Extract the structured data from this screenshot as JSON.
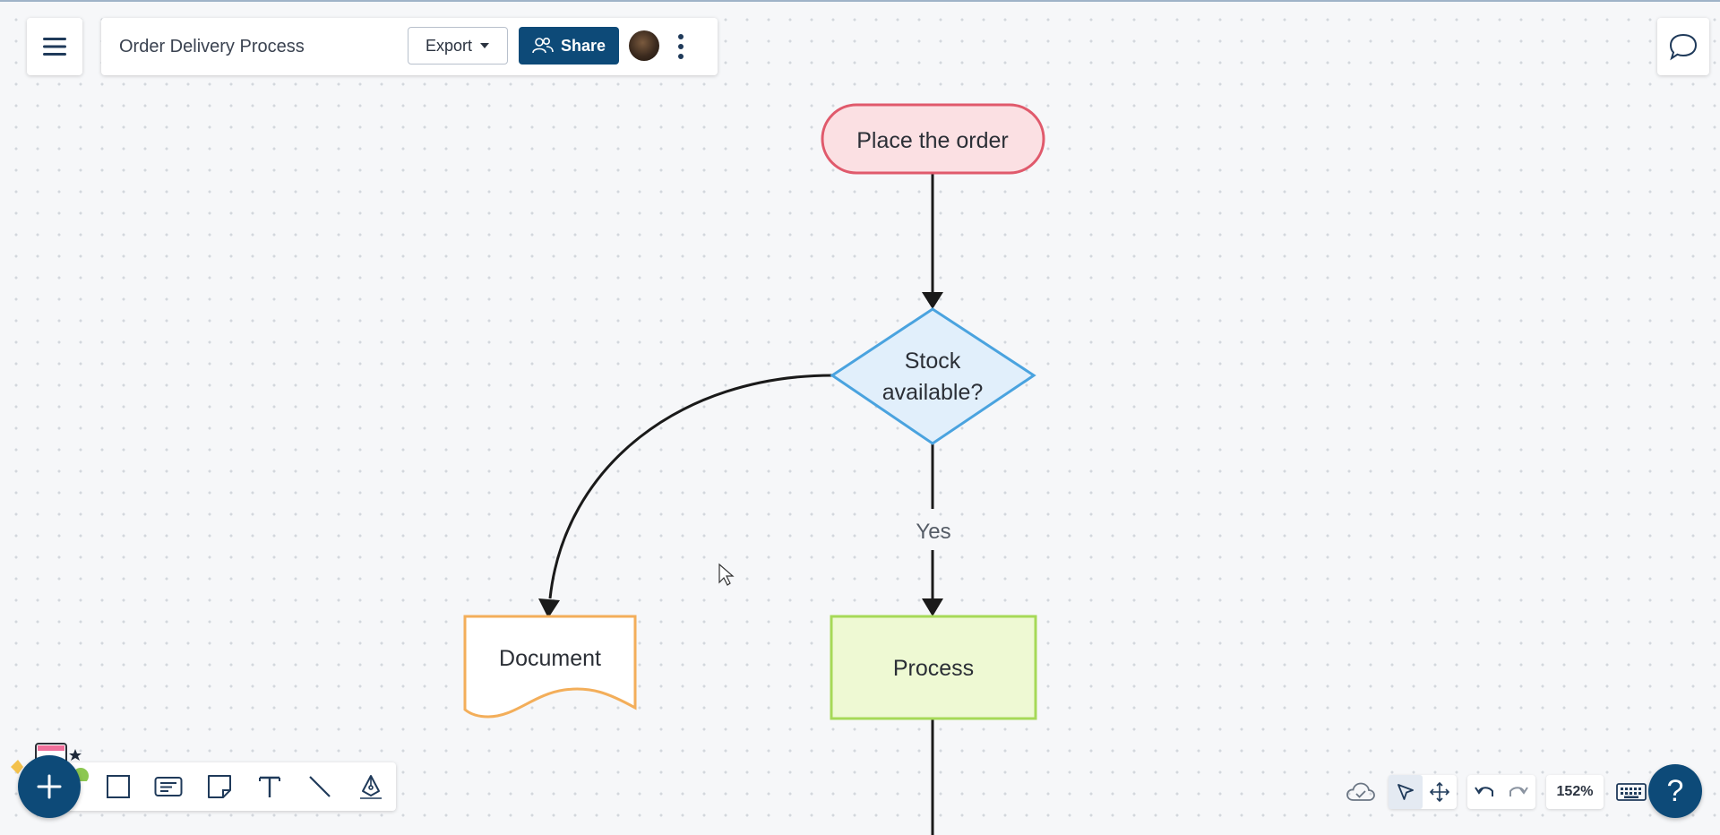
{
  "document": {
    "title": "Order Delivery Process"
  },
  "header": {
    "export_label": "Export",
    "share_label": "Share"
  },
  "diagram": {
    "nodes": {
      "start": {
        "label": "Place the order",
        "fill": "#fbe0e3",
        "stroke": "#e05a6c"
      },
      "decision": {
        "line1": "Stock",
        "line2": "available?",
        "fill": "#e1effb",
        "stroke": "#4aa3df"
      },
      "document": {
        "label": "Document",
        "fill": "#ffffff",
        "stroke": "#f3ae5a"
      },
      "process": {
        "label": "Process",
        "fill": "#eef9d3",
        "stroke": "#a6d957"
      }
    },
    "edge_labels": {
      "yes": "Yes"
    }
  },
  "zoom": {
    "level": "152%"
  },
  "colors": {
    "accent": "#0d4a78",
    "connector": "#1a1a1a"
  },
  "icons": {
    "menu": "hamburger-menu-icon",
    "comment": "chat-bubble-icon",
    "share": "users-icon",
    "tools": [
      "plus-icon",
      "rectangle-icon",
      "card-icon",
      "sticky-note-icon",
      "text-icon",
      "line-icon",
      "pen-icon"
    ],
    "right": [
      "cloud-icon",
      "pointer-icon",
      "pan-icon",
      "undo-icon",
      "redo-icon",
      "keyboard-icon",
      "help-icon"
    ]
  }
}
